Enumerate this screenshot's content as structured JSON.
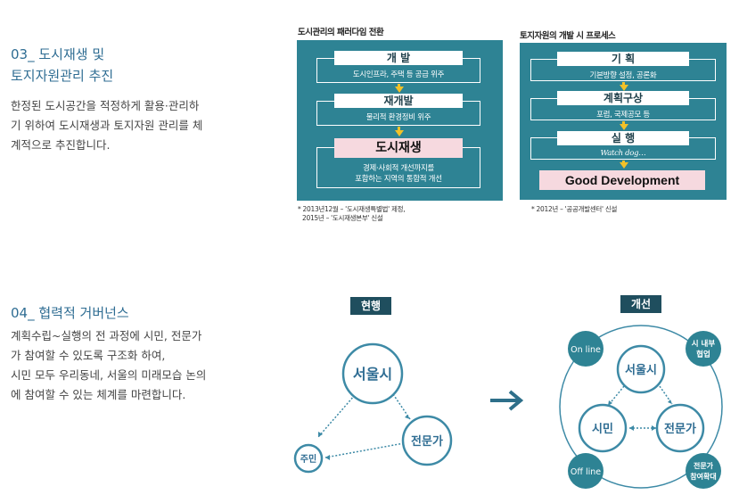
{
  "section3": {
    "title_line1": "03_ 도시재생 및",
    "title_line2": "토지자원관리 추진",
    "body_line1": "한정된 도시공간을 적정하게  활용·관리하",
    "body_line2": "기 위하여 도시재생과 토지자원 관리를 체",
    "body_line3": "계적으로 추진합니다.",
    "left_panel": {
      "caption": "도시관리의 패러다임 전환",
      "step1_head": "개  발",
      "step1_sub": "도시인프라, 주택 등 공급 위주",
      "step2_head": "재개발",
      "step2_sub": "물리적 환경정비 위주",
      "step3_head": "도시재생",
      "step3_sub_line1": "경제·사회적 개선까지를",
      "step3_sub_line2": "포함하는 지역의 통합적 개선",
      "note_line1": "* 2013년12월 – '도시재생특별법' 제정,",
      "note_line2": "2015년 – '도시재생본부' 신설"
    },
    "right_panel": {
      "caption": "토지자원의 개발 시 프로세스",
      "step1_head": "기  획",
      "step1_sub": "기본방향 설정, 공론화",
      "step2_head": "계획구상",
      "step2_sub": "포럼, 국제공모 등",
      "step3_head": "실  행",
      "step3_sub": "Watch dog…",
      "result": "Good Development",
      "note": "* 2012년 – '공공개발센터' 신설"
    }
  },
  "section4": {
    "title": "04_ 협력적 거버넌스",
    "body_line1": "계획수립~실행의 전 과정에 시민, 전문가",
    "body_line2": "가 참여할 수 있도록 구조화 하여,",
    "body_line3": "시민 모두 우리동네, 서울의 미래모습 논의",
    "body_line4": "에 참여할 수 있는 체계를 마련합니다.",
    "current": {
      "tag": "현행",
      "seoul": "서울시",
      "expert": "전문가",
      "resident": "주민"
    },
    "improved": {
      "tag": "개선",
      "seoul": "서울시",
      "citizen": "시민",
      "expert": "전문가",
      "online": "On line",
      "offline": "Off line",
      "internal_line1": "시 내부",
      "internal_line2": "협업",
      "expand_line1": "전문가",
      "expand_line2": "참여확대"
    }
  },
  "colors": {
    "accent": "#2f6d93",
    "panel": "#2e8394",
    "circle": "#3d8aa6",
    "arrow": "#f2c128",
    "pink": "#f6d9df",
    "tag": "#1f4e5e"
  }
}
